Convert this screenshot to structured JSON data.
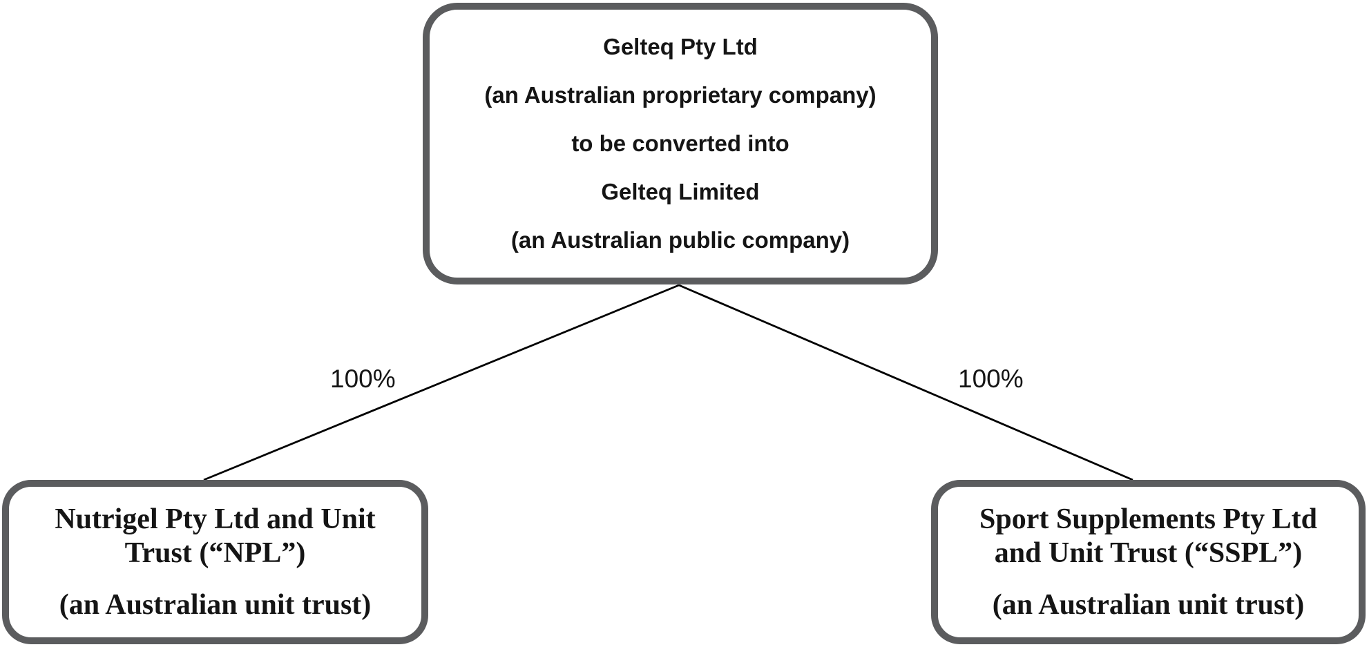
{
  "parent_node": {
    "lines": [
      "Gelteq Pty Ltd",
      "(an Australian proprietary company)",
      "to be converted into",
      "Gelteq Limited",
      "(an Australian public company)"
    ]
  },
  "ownership": {
    "left_label": "100%",
    "right_label": "100%"
  },
  "child_nodes": {
    "left": {
      "name": "Nutrigel Pty Ltd and Unit Trust (“NPL”)",
      "type": "(an Australian unit trust)"
    },
    "right": {
      "name": "Sport Supplements Pty Ltd and Unit Trust (“SSPL”)",
      "type": "(an Australian unit trust)"
    }
  },
  "colors": {
    "box_border": "#5b5c5e",
    "text": "#151515",
    "connector": "#000000",
    "background": "#ffffff"
  }
}
